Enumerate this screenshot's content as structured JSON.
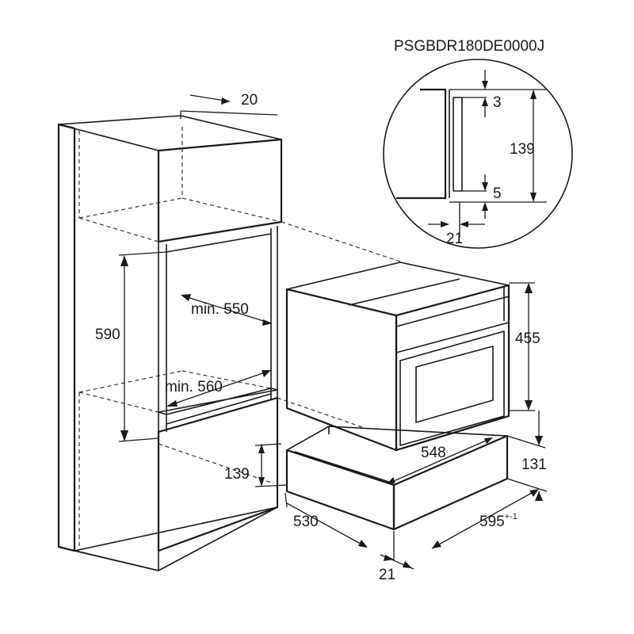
{
  "model": "PSGBDR180DE0000J",
  "dimensions": {
    "d20": "20",
    "d590": "590",
    "min550": "min. 550",
    "min560": "min. 560",
    "d139_left": "139",
    "d530": "530",
    "d21_bottom": "21",
    "d455": "455",
    "d548": "548",
    "d131": "131",
    "d595": "595",
    "d595_tol": "+-1"
  },
  "detail": {
    "d3": "3",
    "d139": "139",
    "d5": "5",
    "d21": "21"
  }
}
